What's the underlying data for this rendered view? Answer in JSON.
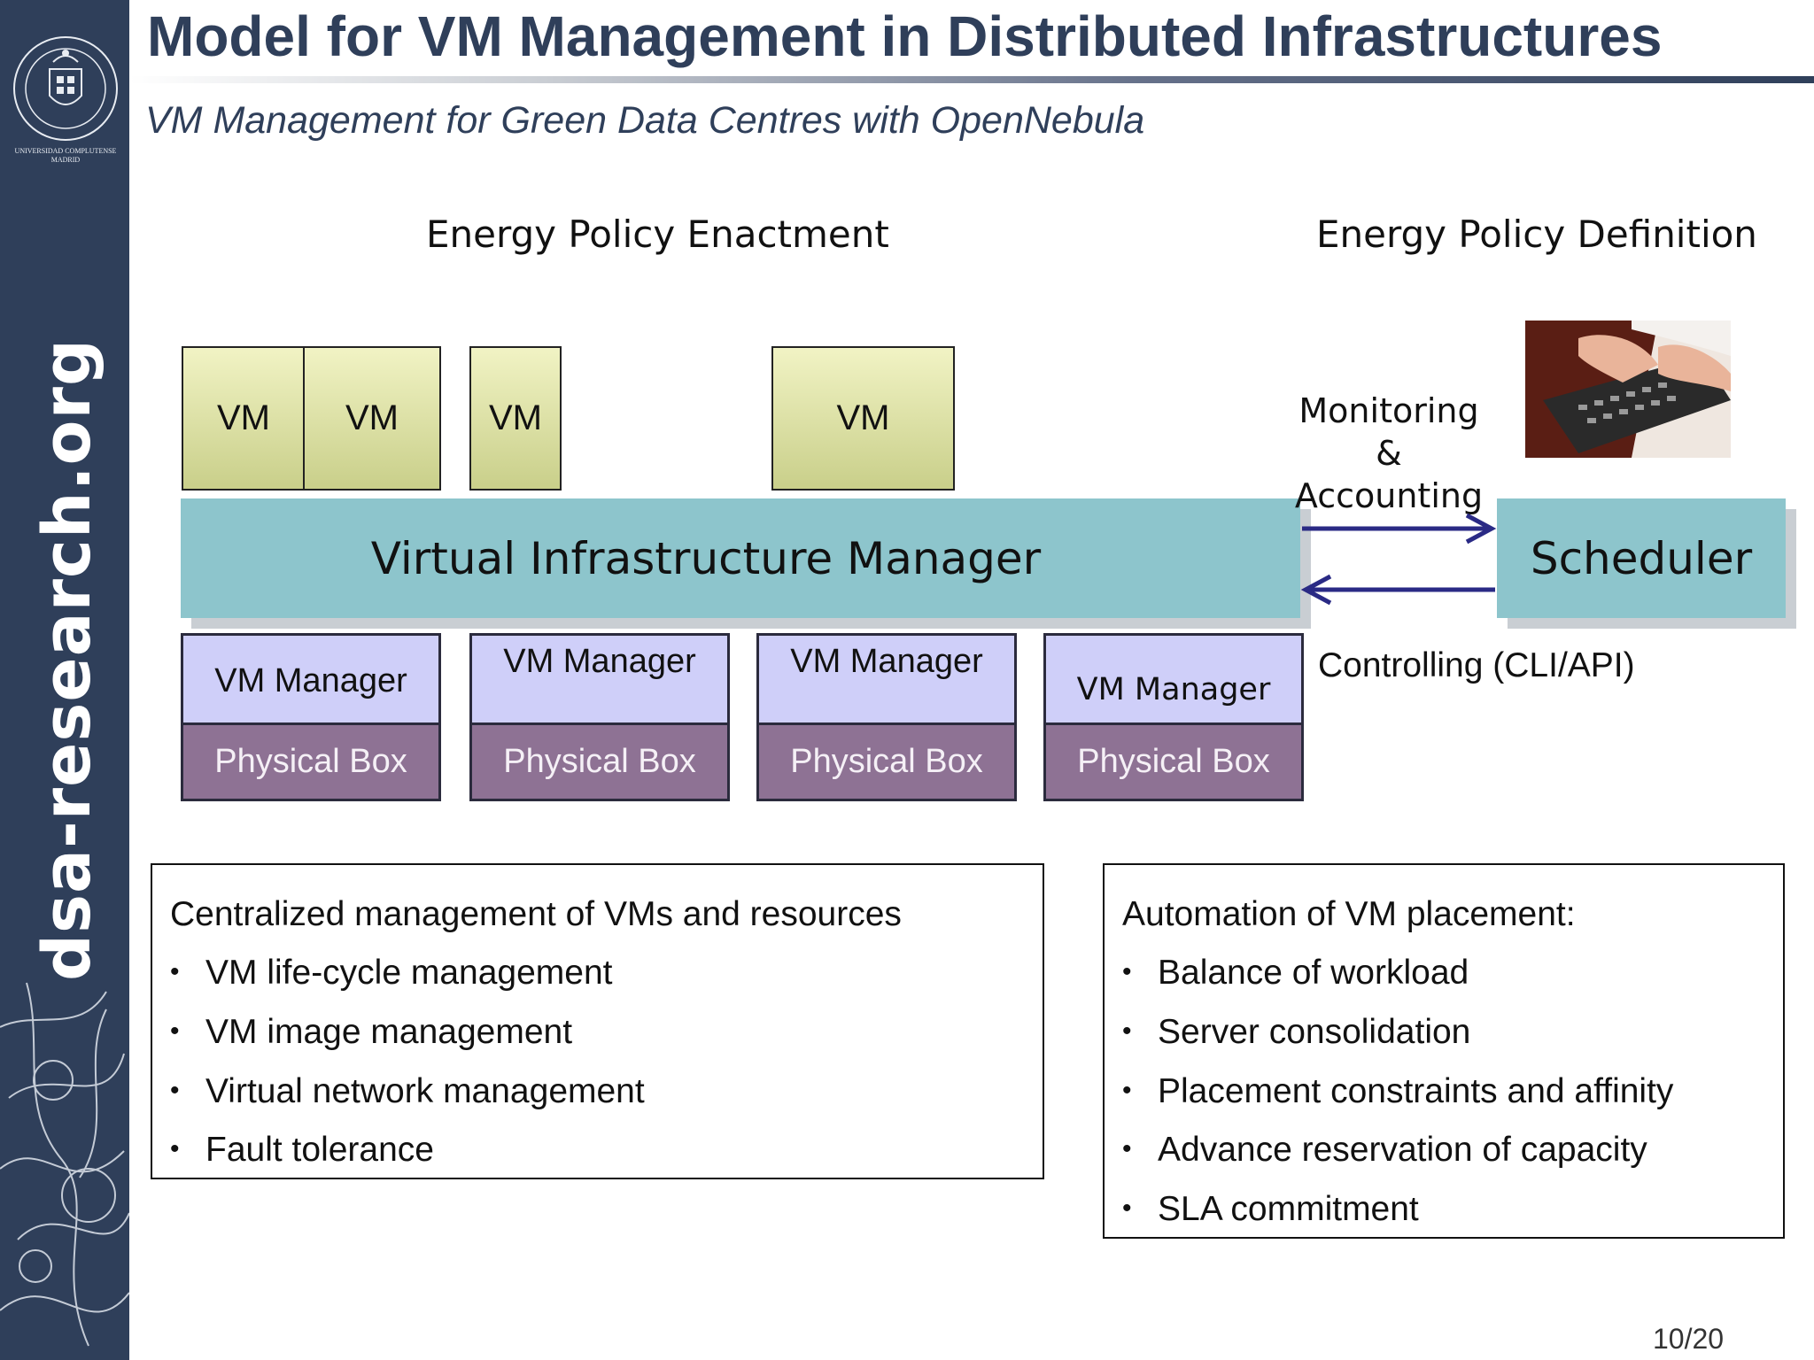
{
  "header": {
    "title": "Model for VM Management in Distributed Infrastructures",
    "subtitle": "VM Management for Green Data Centres with OpenNebula"
  },
  "sidebar": {
    "crest_caption_line1": "UNIVERSIDAD COMPLUTENSE",
    "crest_caption_line2": "MADRID",
    "brand": "dsa-research.org"
  },
  "diagram": {
    "heading_left": "Energy Policy Enactment",
    "heading_right": "Energy Policy Definition",
    "vms": [
      "VM",
      "VM",
      "VM",
      "VM"
    ],
    "vim_label": "Virtual Infrastructure Manager",
    "scheduler_label": "Scheduler",
    "monitoring_line1": "Monitoring",
    "monitoring_line2": "& Accounting",
    "controlling": "Controlling (CLI/API)",
    "hosts": [
      {
        "manager": "VM Manager",
        "box": "Physical Box"
      },
      {
        "manager": "VM Manager",
        "box": "Physical Box"
      },
      {
        "manager": "VM Manager",
        "box": "Physical Box"
      },
      {
        "manager": "VM Manager",
        "box": "Physical Box"
      }
    ],
    "arrow_color": "#2a2a85"
  },
  "panels": {
    "left": {
      "title": "Centralized management of VMs and resources",
      "items": [
        "VM life-cycle management",
        "VM image management",
        "Virtual network management",
        "Fault tolerance"
      ]
    },
    "right": {
      "title": "Automation of VM placement:",
      "items": [
        "Balance of workload",
        "Server consolidation",
        "Placement constraints and affinity",
        "Advance reservation of capacity",
        "SLA commitment"
      ]
    }
  },
  "footer": {
    "page_number": "10/20"
  },
  "colors": {
    "navy": "#2f3f5a",
    "vim_fill": "#8dc5cc",
    "vm_fill": "#dfe3a6",
    "vm_manager_fill": "#cfcff9",
    "physical_box_fill": "#8e7294"
  }
}
